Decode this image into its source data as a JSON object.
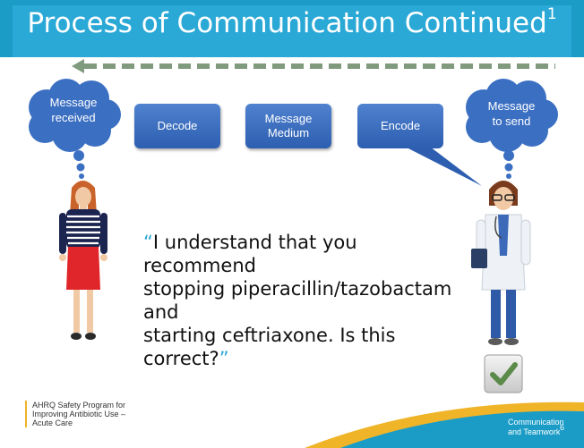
{
  "header": {
    "title": "Process of Communication Continued",
    "superscript": "1"
  },
  "clouds": {
    "left": "Message received",
    "right_line1": "Message",
    "right_line2": "to send"
  },
  "clouds_left_line1": "Message",
  "clouds_left_line2": "received",
  "steps": {
    "decode": "Decode",
    "medium_line1": "Message",
    "medium_line2": "Medium",
    "encode": "Encode"
  },
  "quote": {
    "open": "“",
    "line1": "I understand that you recommend",
    "line2": "stopping piperacillin/tazobactam and",
    "line3": "starting ceftriaxone. Is this correct?",
    "close": "”"
  },
  "footer": {
    "org_line1": "AHRQ Safety Program for",
    "org_line2": "Improving Antibiotic Use –",
    "org_line3": "Acute Care",
    "module_line1": "Communication",
    "module_line2": "and Teamwork",
    "page_number": "6"
  },
  "icons": [
    "thought-cloud-icon",
    "woman-figure-icon",
    "doctor-figure-icon",
    "checkmark-icon",
    "dashed-arrow-icon"
  ],
  "colors": {
    "title_bar": "#2aa8d6",
    "box": "#3d6fc0",
    "cloud": "#3b6fc2",
    "accent_yellow": "#f0b429"
  }
}
